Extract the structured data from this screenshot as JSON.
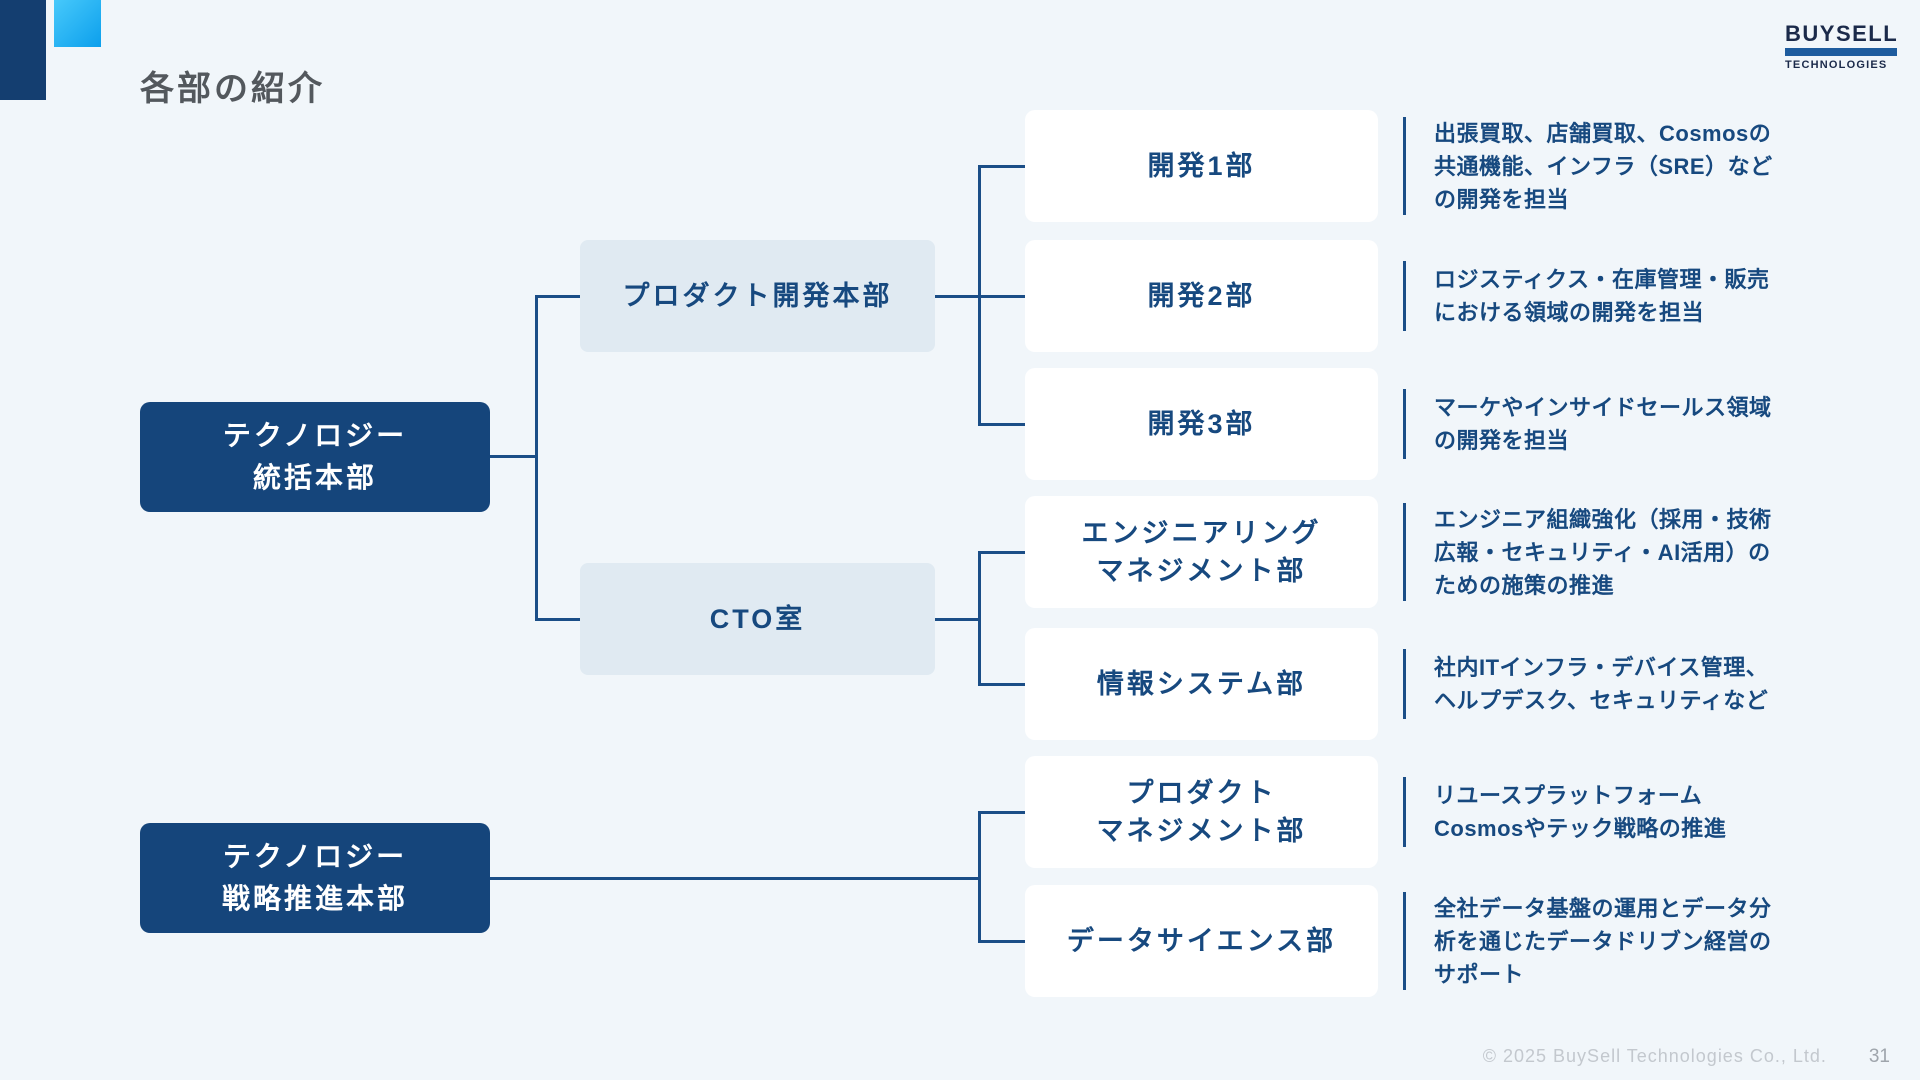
{
  "title": "各部の紹介",
  "logo": {
    "name": "BUYSELL",
    "sub": "TECHNOLOGIES"
  },
  "footer": {
    "copyright": "© 2025 BuySell Technologies Co., Ltd.",
    "page": "31"
  },
  "colors": {
    "background": "#f1f6fa",
    "hq_box_navy": "#15457b",
    "division_box_light": "#e0eaf2",
    "department_box_white": "#ffffff",
    "text_navy": "#17497f",
    "connector_navy": "#1b4e87",
    "accent_cyan": "#1fb4f5",
    "logo_bar_blue": "#1e5c9e"
  },
  "org": {
    "headquarters": [
      {
        "line1": "テクノロジー",
        "line2": "統括本部"
      },
      {
        "line1": "テクノロジー",
        "line2": "戦略推進本部"
      }
    ],
    "divisions": [
      {
        "label": "プロダクト開発本部"
      },
      {
        "label": "CTO室"
      }
    ],
    "departments": [
      {
        "line1": "開発1部",
        "desc1": "出張買取、店舗買取、Cosmosの",
        "desc2": "共通機能、インフラ（SRE）など",
        "desc3": "の開発を担当"
      },
      {
        "line1": "開発2部",
        "desc1": "ロジスティクス・在庫管理・販売",
        "desc2": "における領域の開発を担当"
      },
      {
        "line1": "開発3部",
        "desc1": "マーケやインサイドセールス領域",
        "desc2": "の開発を担当"
      },
      {
        "line1": "エンジニアリング",
        "line2": "マネジメント部",
        "desc1": "エンジニア組織強化（採用・技術",
        "desc2": "広報・セキュリティ・AI活用）の",
        "desc3": "ための施策の推進"
      },
      {
        "line1": "情報システム部",
        "desc1": "社内ITインフラ・デバイス管理、",
        "desc2": "ヘルプデスク、セキュリティなど"
      },
      {
        "line1": "プロダクト",
        "line2": "マネジメント部",
        "desc1": "リユースプラットフォーム",
        "desc2": "Cosmosやテック戦略の推進"
      },
      {
        "line1": "データサイエンス部",
        "desc1": "全社データ基盤の運用とデータ分",
        "desc2": "析を通じたデータドリブン経営の",
        "desc3": "サポート"
      }
    ]
  }
}
